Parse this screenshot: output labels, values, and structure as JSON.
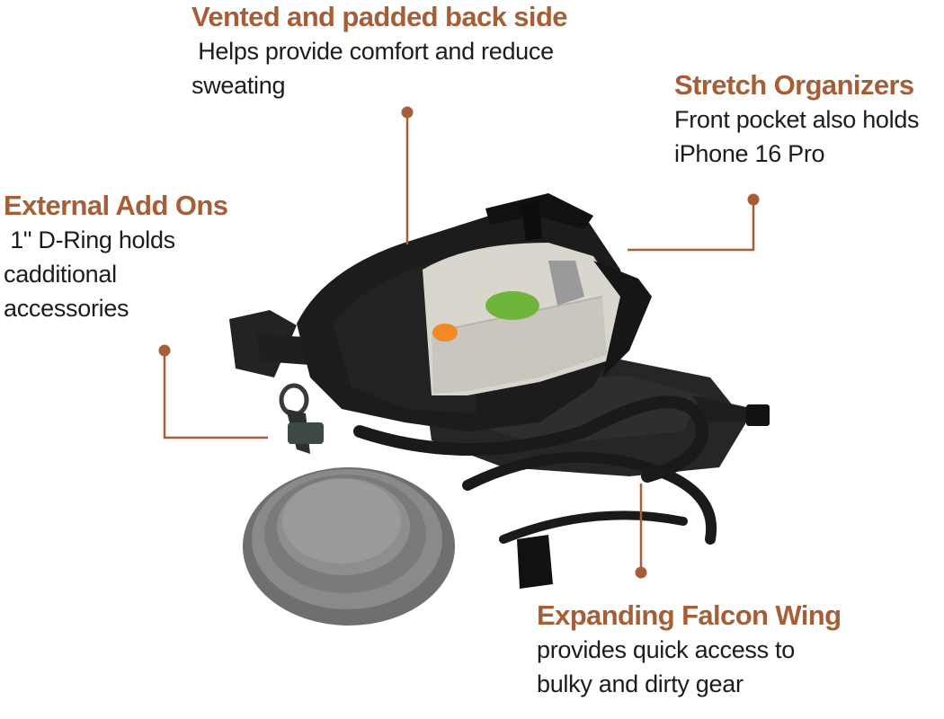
{
  "accent_color": "#a65e37",
  "callouts": {
    "vented": {
      "title": "Vented and padded back side",
      "lines": [
        " Helps provide comfort and reduce",
        "sweating"
      ]
    },
    "organizers": {
      "title": "Stretch Organizers",
      "lines": [
        "Front pocket also holds",
        "iPhone 16 Pro"
      ]
    },
    "addons": {
      "title": "External Add Ons",
      "lines": [
        " 1\" D-Ring holds",
        "cadditional",
        "accessories"
      ]
    },
    "falcon": {
      "title": "Expanding Falcon Wing",
      "lines": [
        "provides quick access to",
        "bulky and dirty gear"
      ]
    }
  },
  "product": {
    "image_label": "black hip pack with collapsible bowl and leash"
  }
}
